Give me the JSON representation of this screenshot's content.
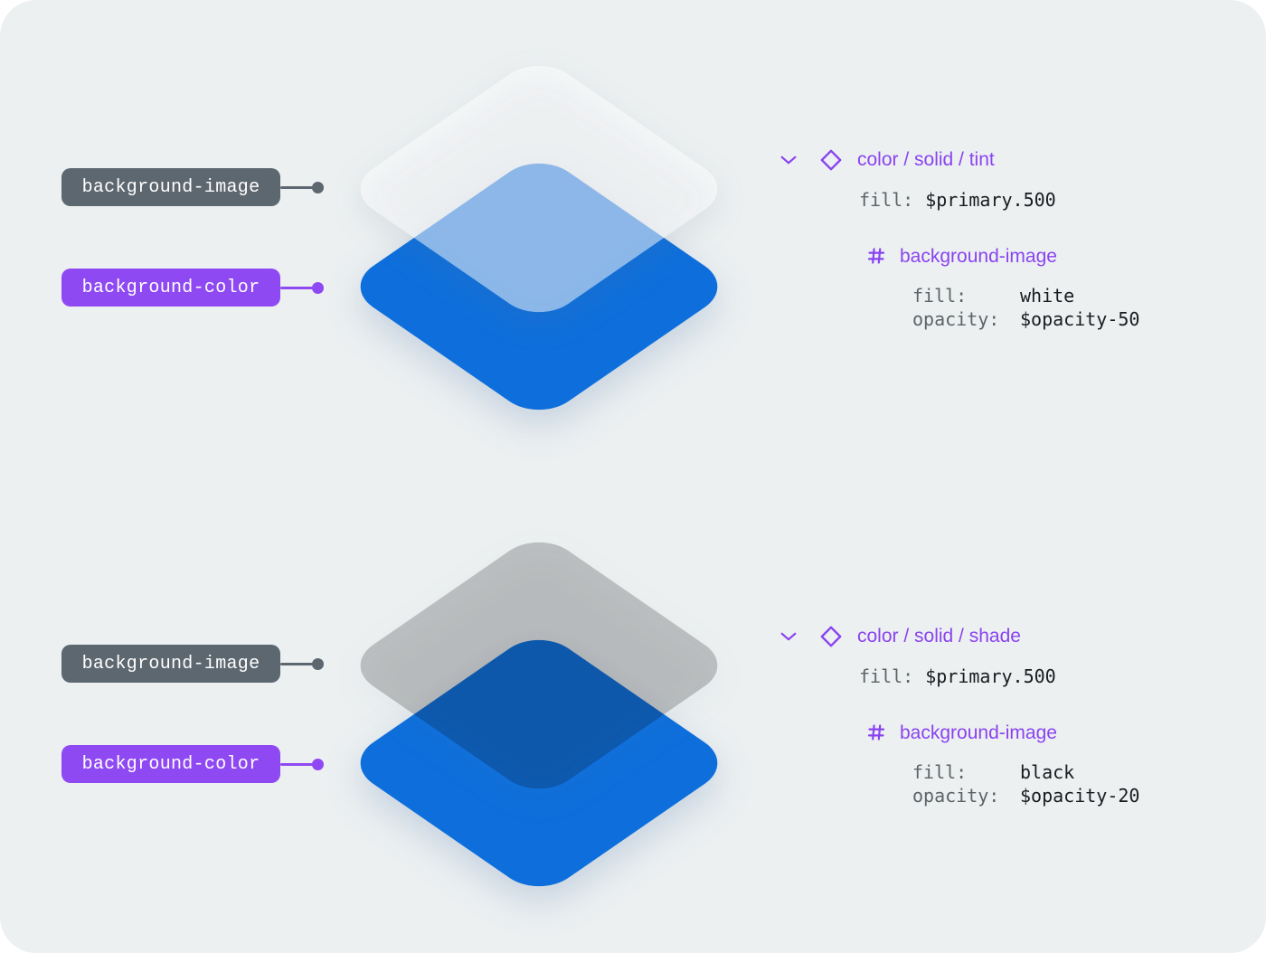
{
  "colors": {
    "canvas_background": "#ecf0f1",
    "primary_blue": "#0e6fdc",
    "accent_purple": "#8a43f0",
    "pill_gray": "#5d6770",
    "pill_purple": "#8f49f2",
    "mono_label_gray": "#5d6367",
    "mono_value_dark": "#1a1b1f",
    "tint_overlay": "rgba(255,255,255,0.5)",
    "shade_overlay": "rgba(0,0,0,0.2)"
  },
  "icons": {
    "expand": "chevron-down-icon",
    "component": "diamond-outline-icon",
    "frame": "frame-hash-icon"
  },
  "sections": [
    {
      "variant": "tint",
      "pill_image": "background-image",
      "pill_color": "background-color",
      "panel": {
        "title": "color / solid / tint",
        "root_fill_label": "fill:",
        "root_fill_value": "$primary.500",
        "layer_name": "background-image",
        "prop1_label": "fill:",
        "prop1_value": "white",
        "prop2_label": "opacity:",
        "prop2_value": "$opacity-50"
      }
    },
    {
      "variant": "shade",
      "pill_image": "background-image",
      "pill_color": "background-color",
      "panel": {
        "title": "color / solid / shade",
        "root_fill_label": "fill:",
        "root_fill_value": "$primary.500",
        "layer_name": "background-image",
        "prop1_label": "fill:",
        "prop1_value": "black",
        "prop2_label": "opacity:",
        "prop2_value": "$opacity-20"
      }
    }
  ]
}
